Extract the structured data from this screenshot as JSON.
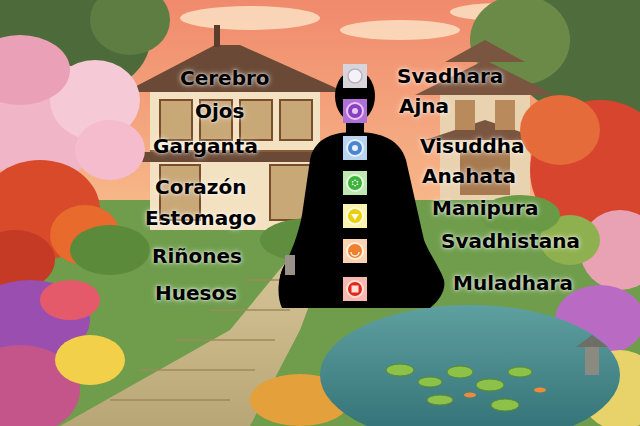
{
  "diagram": {
    "labels": [
      "Cerebro",
      "Ojos",
      "Garganta",
      "Corazón",
      "Estomago",
      "Riñones",
      "Huesos",
      "Svadhara",
      "Ajna",
      "Visuddha",
      "Anahata",
      "Manipura",
      "Svadhistana",
      "Muladhara"
    ]
  }
}
